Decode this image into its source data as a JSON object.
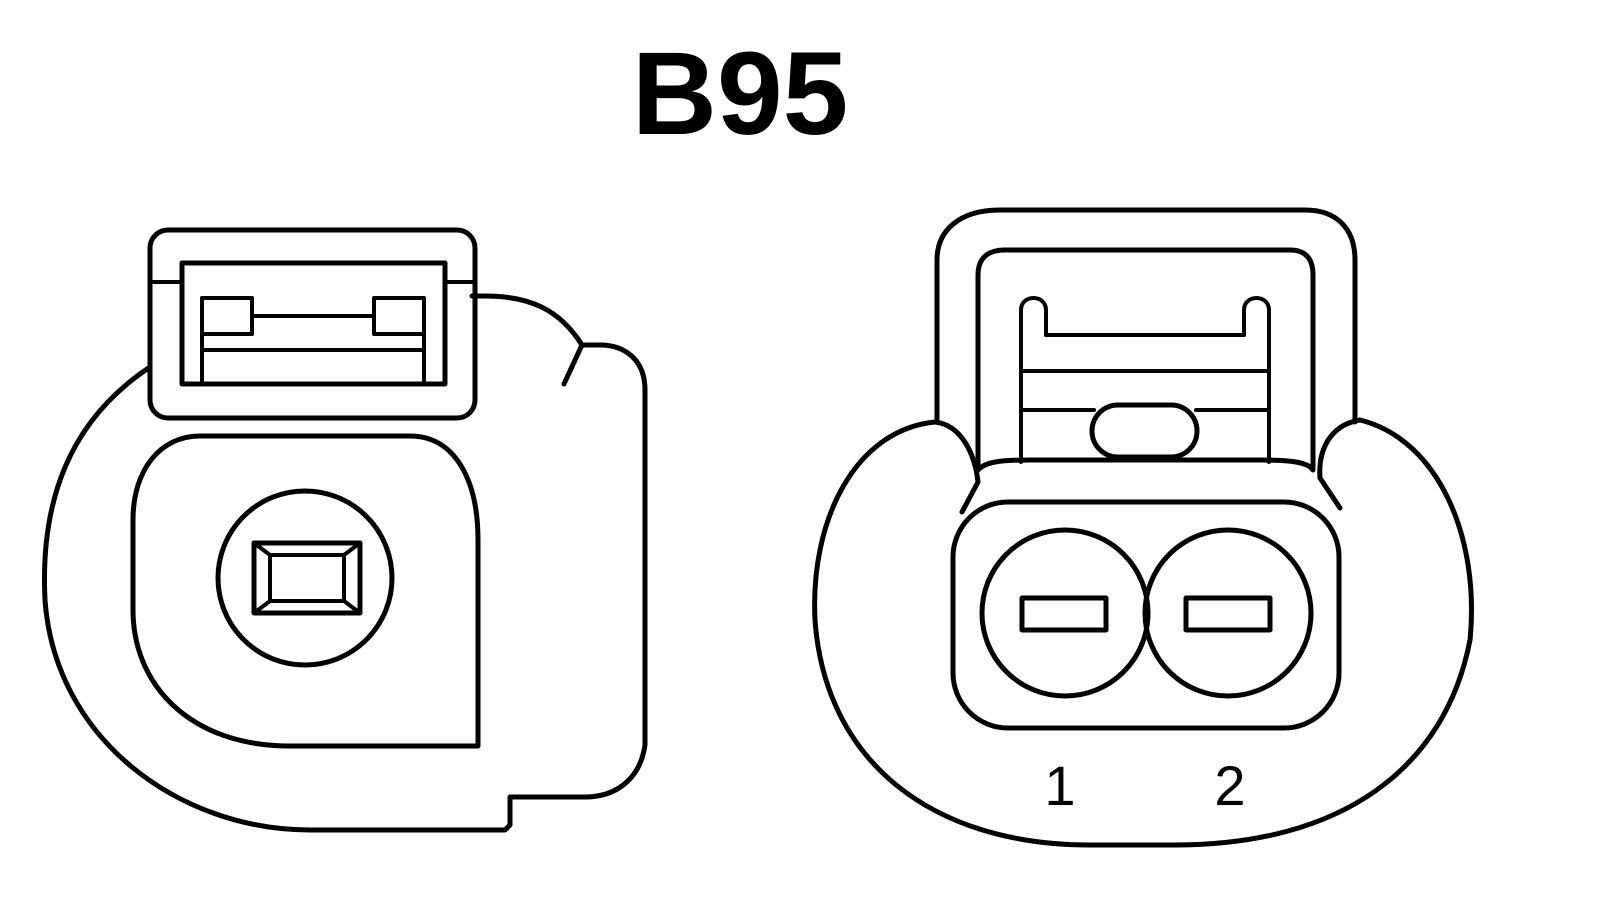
{
  "title": "B95",
  "pins": [
    {
      "label": "1"
    },
    {
      "label": "2"
    }
  ],
  "colors": {
    "line": "#000000",
    "background": "#ffffff"
  }
}
